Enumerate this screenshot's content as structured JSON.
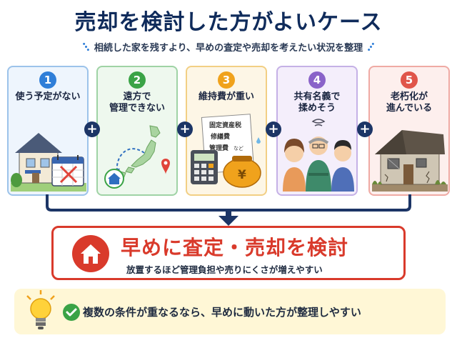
{
  "header": {
    "title": "売却を検討した方がよいケース",
    "subtitle": "相続した家を残すより、早めの査定や売却を考えたい状況を整理"
  },
  "cases": [
    {
      "number": "1",
      "label": "使う予定がない",
      "color": "#2f7ed8",
      "border": "#9cc3ea"
    },
    {
      "number": "2",
      "label": "遠方で\n管理できない",
      "color": "#3aa346",
      "border": "#9fd3a5"
    },
    {
      "number": "3",
      "label": "維持費が重い",
      "color": "#f0a21c",
      "border": "#f2cf84"
    },
    {
      "number": "4",
      "label": "共有名義で\n揉めそう",
      "color": "#8a63c9",
      "border": "#c5b1e6"
    },
    {
      "number": "5",
      "label": "老朽化が\n進んでいる",
      "color": "#e0554a",
      "border": "#efaaa4"
    }
  ],
  "case3_paper": {
    "line1": "固定資産税",
    "line2": "修繕費",
    "line3": "管理費",
    "line3_note": "など"
  },
  "case3_coin": "¥",
  "plus_symbol": "+",
  "conclusion": {
    "title": "早めに査定・売却を検討",
    "subtitle": "放置するほど管理負担や売りにくさが増えやすい"
  },
  "tip": {
    "text": "複数の条件が重なるなら、早めに動いた方が整理しやすい"
  },
  "colors": {
    "navy": "#1c3566",
    "red": "#d93a2b",
    "tip_bg": "#fff7d6"
  }
}
